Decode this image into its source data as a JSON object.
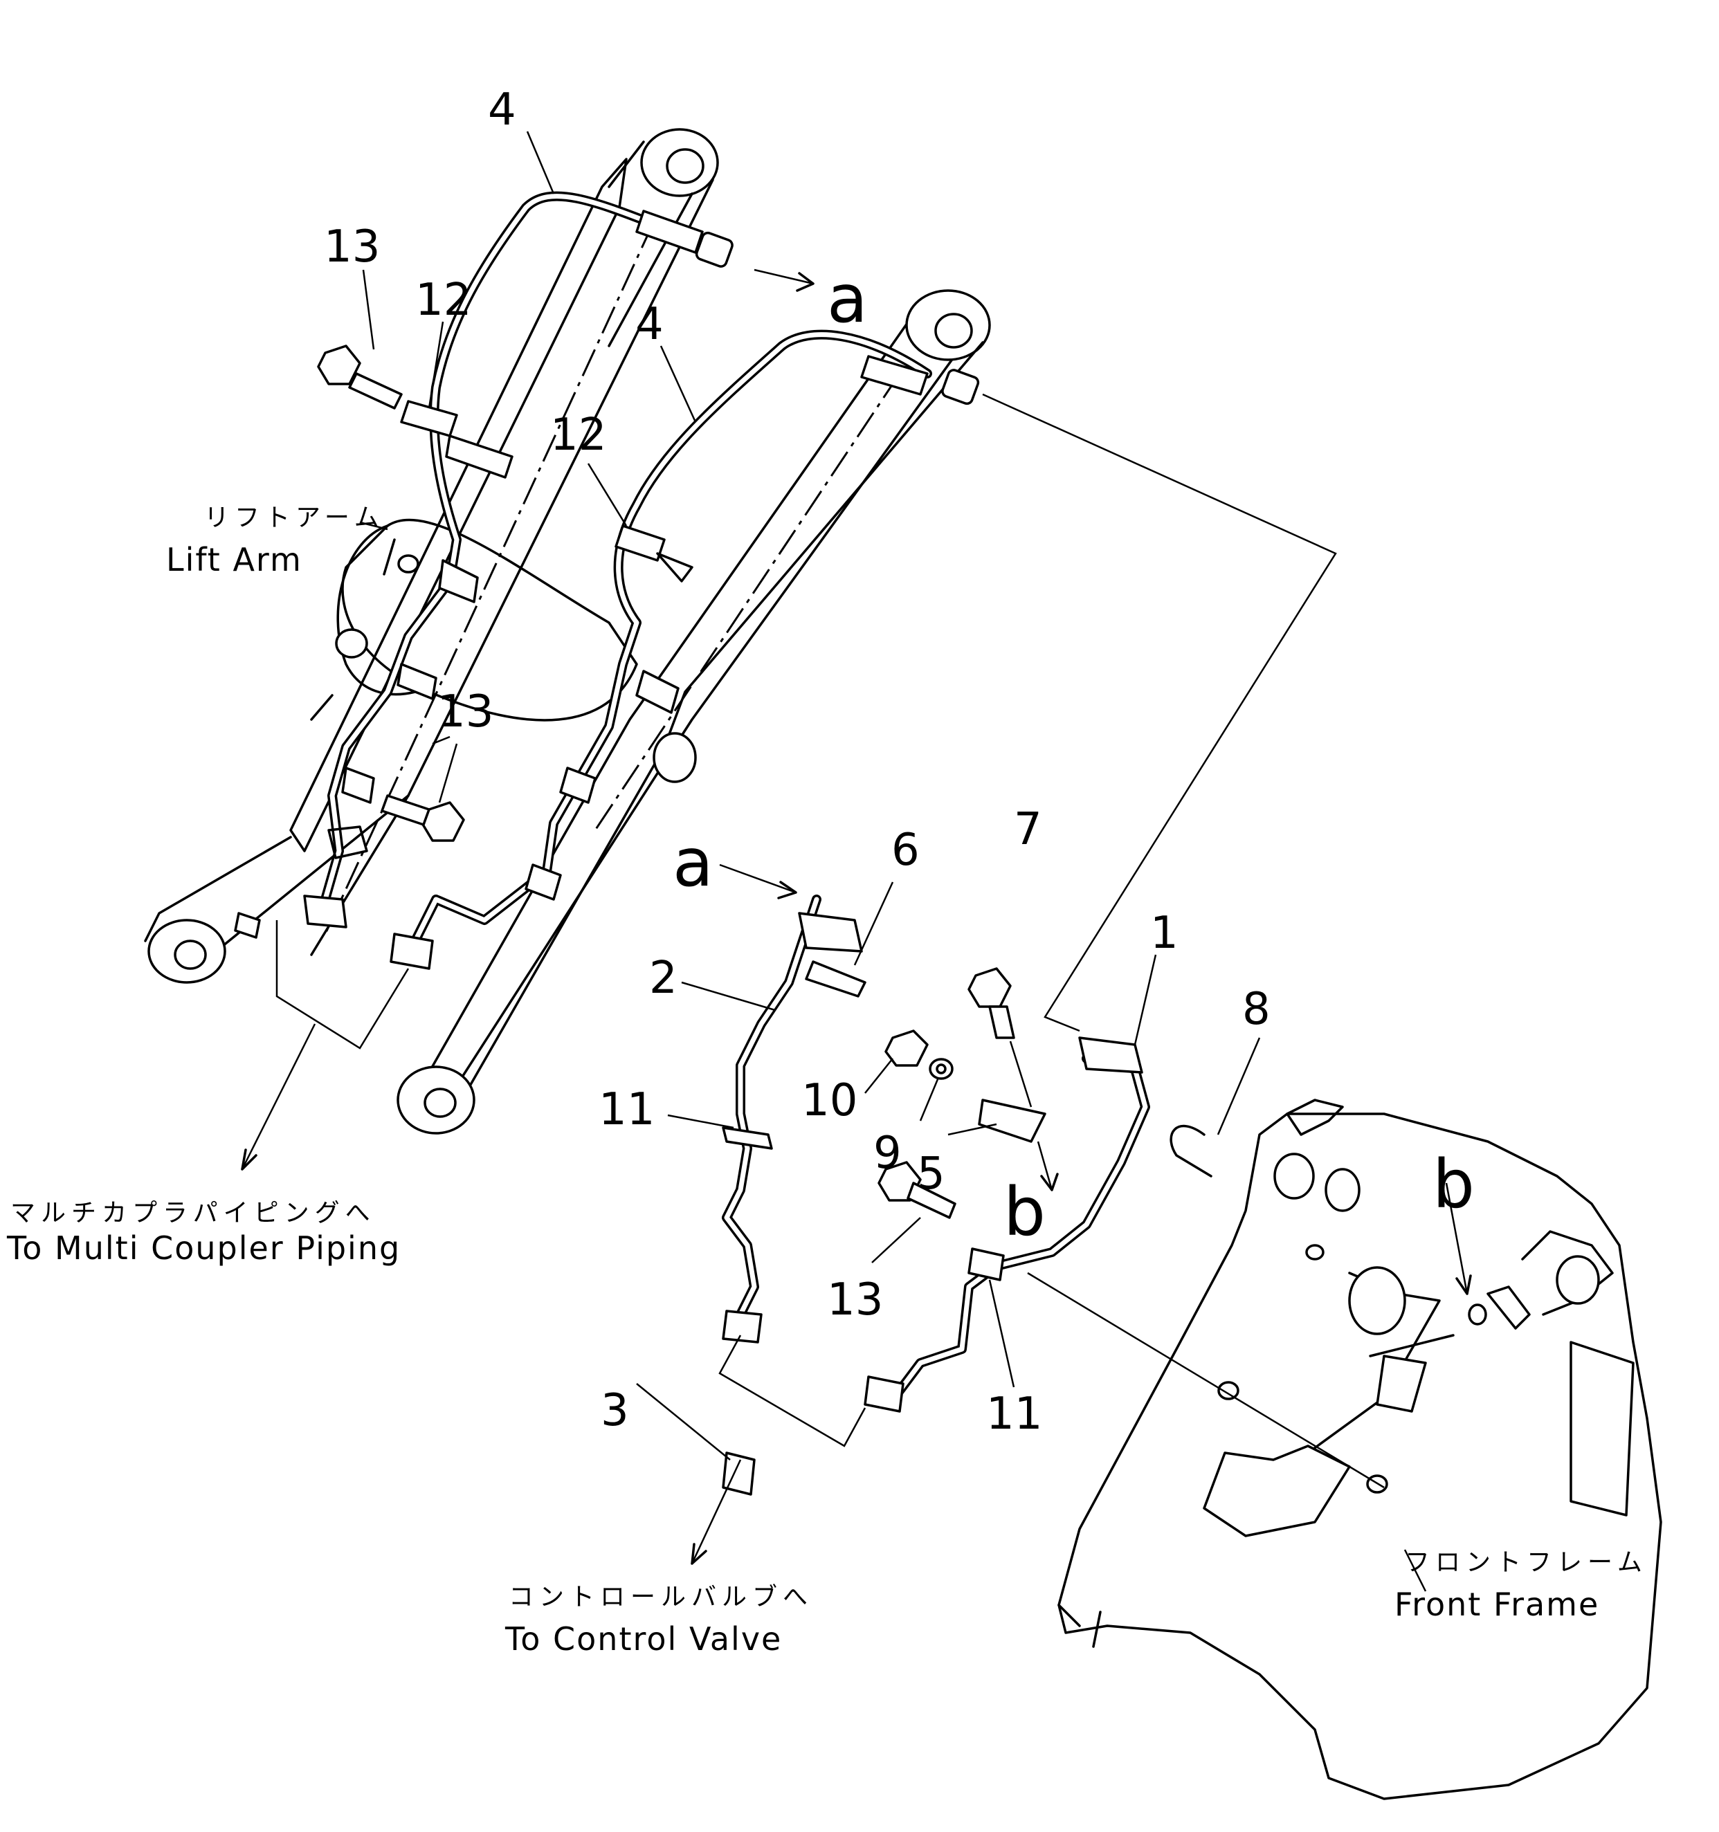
{
  "callouts": {
    "n1": "1",
    "n2": "2",
    "n3": "3",
    "n4a": "4",
    "n4b": "4",
    "n5": "5",
    "n6": "6",
    "n7": "7",
    "n8": "8",
    "n9": "9",
    "n10": "10",
    "n11a": "11",
    "n11b": "11",
    "n12a": "12",
    "n12b": "12",
    "n13a": "13",
    "n13b": "13",
    "n13c": "13"
  },
  "refs": {
    "a_top": "a",
    "a_mid": "a",
    "b_mid": "b",
    "b_right": "b"
  },
  "captions": {
    "lift_arm_jp": "リフトアーム",
    "lift_arm_en": "Lift  Arm",
    "multi_coupler_jp": "マルチカプラパイピングへ",
    "multi_coupler_en": "To  Multi  Coupler  Piping",
    "control_valve_jp": "コントロールバルブへ",
    "control_valve_en": "To  Control  Valve",
    "front_frame_jp": "フロントフレーム",
    "front_frame_en": "Front  Frame"
  }
}
